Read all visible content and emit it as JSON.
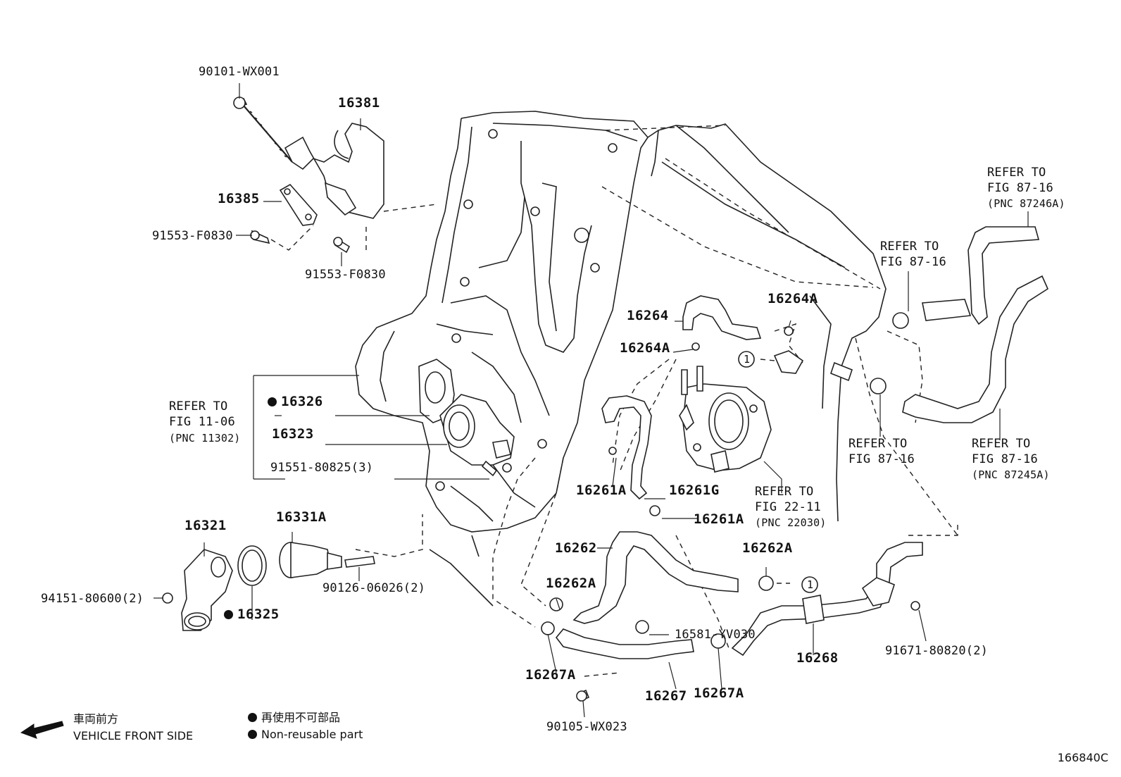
{
  "labels": {
    "p90101": "90101-WX001",
    "p16381": "16381",
    "p16385": "16385",
    "p91553a": "91553-F0830",
    "p91553b": "91553-F0830",
    "refer1106_1": "REFER TO",
    "refer1106_2": "FIG 11-06",
    "refer1106_3": "(PNC 11302)",
    "p16326": "16326",
    "p16323": "16323",
    "p91551": "91551-80825(3)",
    "p16321": "16321",
    "p16331A": "16331A",
    "p94151": "94151-80600(2)",
    "p16325": "16325",
    "p90126": "90126-06026(2)",
    "p16264": "16264",
    "p16264A_1": "16264A",
    "p16264A_2": "16264A",
    "p16261A_1": "16261A",
    "p16261G": "16261G",
    "p16261A_2": "16261A",
    "refer2211_1": "REFER TO",
    "refer2211_2": "FIG 22-11",
    "refer2211_3": "(PNC 22030)",
    "p16262": "16262",
    "p16262A_1": "16262A",
    "p16262A_2": "16262A",
    "p16581": "16581-YV030",
    "p16267A_1": "16267A",
    "p16267": "16267",
    "p16267A_2": "16267A",
    "p16268": "16268",
    "p91671": "91671-80820(2)",
    "p90105": "90105-WX023",
    "referA_1": "REFER TO",
    "referA_2": "FIG 87-16",
    "referA_3": "(PNC 87246A)",
    "referB_1": "REFER TO",
    "referB_2": "FIG 87-16",
    "referC_1": "REFER TO",
    "referC_2": "FIG 87-16",
    "referD_1": "REFER TO",
    "referD_2": "FIG 87-16",
    "referD_3": "(PNC 87245A)",
    "circle1a": "1",
    "circle1b": "1"
  },
  "legend": {
    "front_jp": "車両前方",
    "front_en": "VEHICLE FRONT SIDE",
    "nonreuse_jp": "再使用不可部品",
    "nonreuse_en": "Non-reusable part"
  },
  "figure_code": "166840C"
}
